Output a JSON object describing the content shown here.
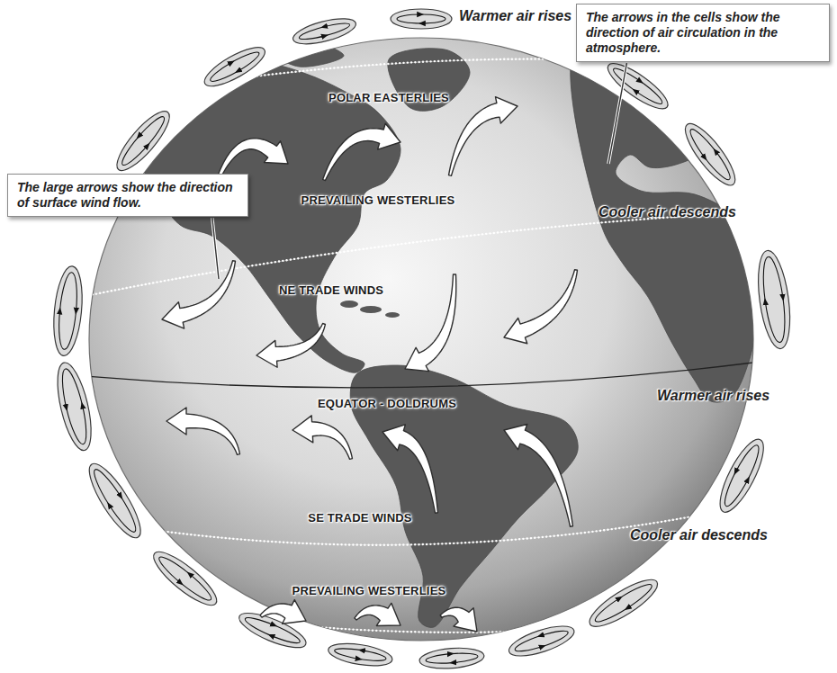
{
  "diagram": {
    "nodes": [
      {
        "text": [
          "The arrows in the cells show the direction of air circulation in the atmosphere."
        ]
      },
      {
        "text": [
          "The large arrows show the direction of surface wind flow."
        ]
      }
    ],
    "labels": [
      "Warmer air rises",
      "POLAR EASTERLIES",
      "PREVAILING WESTERLIES",
      "Cooler air descends",
      "NE TRADE WINDS",
      "Warmer air rises",
      "EQUATOR - DOLDRUMS",
      "SE TRADE WINDS",
      "Cooler air descends",
      "PREVAILING WESTERLIES"
    ]
  }
}
